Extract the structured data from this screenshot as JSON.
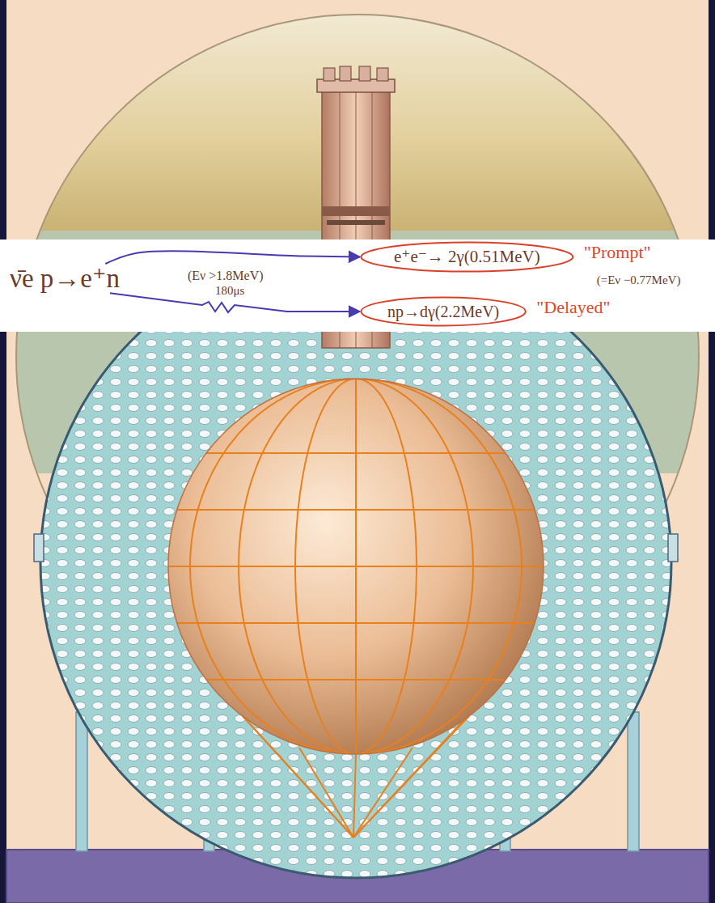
{
  "diagram": {
    "nodes": [
      {
        "text": [
          "ν̄e p→e⁺n"
        ]
      },
      {
        "text": [
          "e⁺e⁻→ 2γ(0.51MeV)"
        ]
      },
      {
        "text": [
          "np→dγ(2.2MeV)"
        ]
      }
    ],
    "edges": [
      {
        "from": 0,
        "to": 1,
        "arrow": "to"
      },
      {
        "from": 0,
        "to": 2,
        "arrow": "to",
        "label": "180μs"
      }
    ],
    "labels": [
      "(Eν >1.8MeV)",
      "\"Prompt\"",
      "(=Eν −0.77MeV)",
      "\"Delayed\""
    ]
  }
}
